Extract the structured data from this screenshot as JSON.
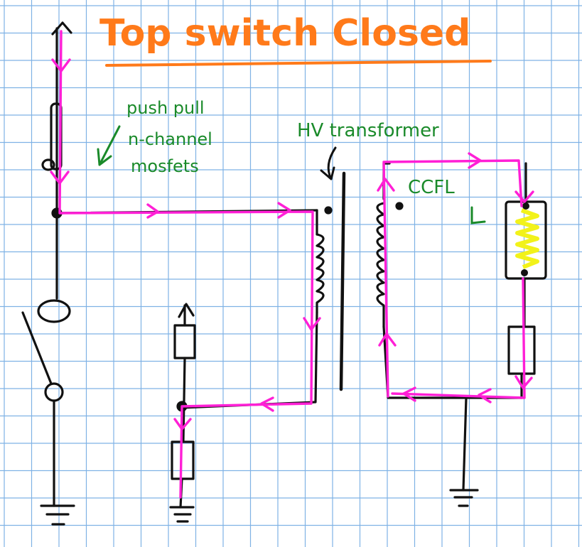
{
  "title": "Top switch Closed",
  "labels": {
    "mosfets": [
      "push pull",
      "n-channel",
      "mosfets"
    ],
    "transformer": "HV transformer",
    "lamp": "CCFL"
  },
  "colors": {
    "grid": "#7fb2e5",
    "wire": "#111111",
    "current": "#ff1fd6",
    "title": "#ff7a1a",
    "annotation": "#1a8a2a",
    "lamp_fill": "#f2f21a"
  }
}
